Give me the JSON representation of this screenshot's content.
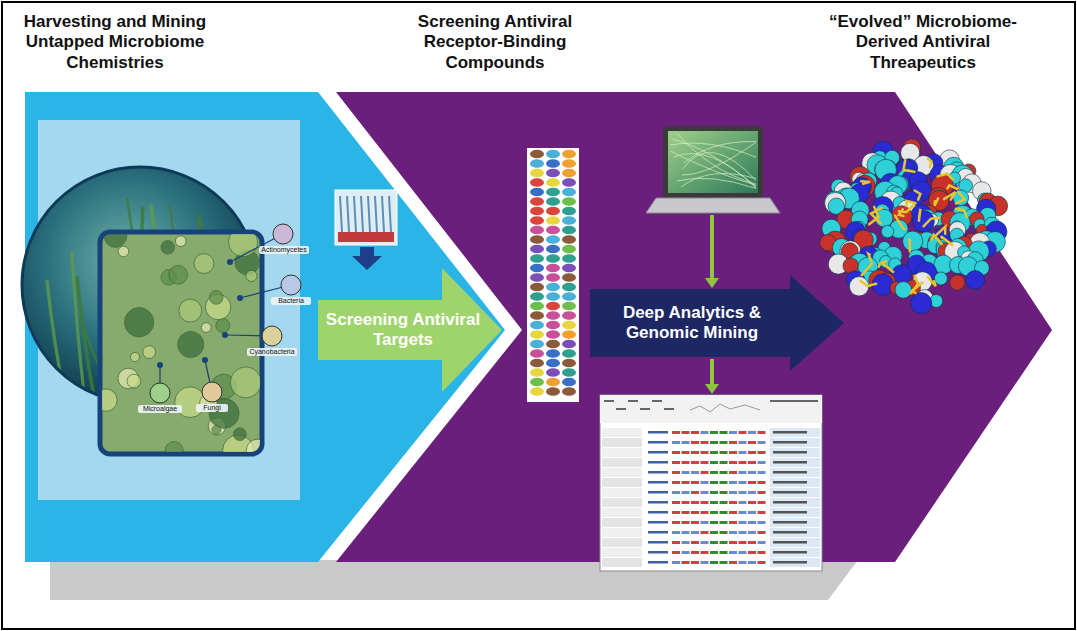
{
  "diagram": {
    "nodes": [
      {
        "text": [
          "Screening Antiviral Targets"
        ]
      },
      {
        "text": [
          "Deep Analytics & Genomic Mining"
        ]
      }
    ],
    "labels": [
      "Harvesting and Mining Untapped Microbiome Chemistries",
      "Screening Antiviral Receptor-Binding Compounds",
      "“Evolved” Microbiome-Derived Antiviral Threapeutics",
      "Actinomycetes",
      "Bacteria",
      "Cyanobacteria",
      "Microalgae",
      "Fungi"
    ]
  }
}
